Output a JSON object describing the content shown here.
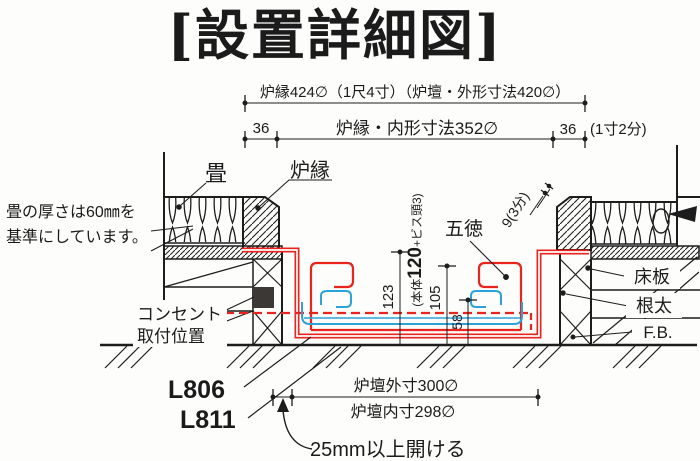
{
  "title": "[設置詳細図]",
  "colors": {
    "line": "#1d1d1d",
    "red": "#e8241c",
    "blue": "#2ba3d8",
    "outlet": "#3c3835"
  },
  "dims_top": {
    "outer": "炉縁424∅（1尺4寸）（炉壇・外形寸法420∅）",
    "left36": "36",
    "inner": "炉縁・内形寸法352∅",
    "right36": "36",
    "right_note": "(1寸2分)"
  },
  "labels": {
    "tatami": "畳",
    "robuchi": "炉縁",
    "note_line1": "畳の厚さは60㎜を",
    "note_line2": "基準にしています。",
    "outlet_line1": "コンセント",
    "outlet_line2": "取付位置",
    "gotoku": "五徳",
    "gap9": "9(3分)",
    "floor_board": "床板",
    "joist": "根太",
    "fb": "F.B.",
    "model1": "L806",
    "model2": "L811"
  },
  "dims_center": {
    "d123": "123",
    "body_pre": "(本体",
    "body_main": "120",
    "body_post": "+ビス頭3)",
    "d105": "105",
    "d58": "58"
  },
  "dims_bottom": {
    "outer": "炉壇外寸300∅",
    "inner": "炉壇内寸298∅",
    "gap_note": "25mm以上開ける"
  }
}
